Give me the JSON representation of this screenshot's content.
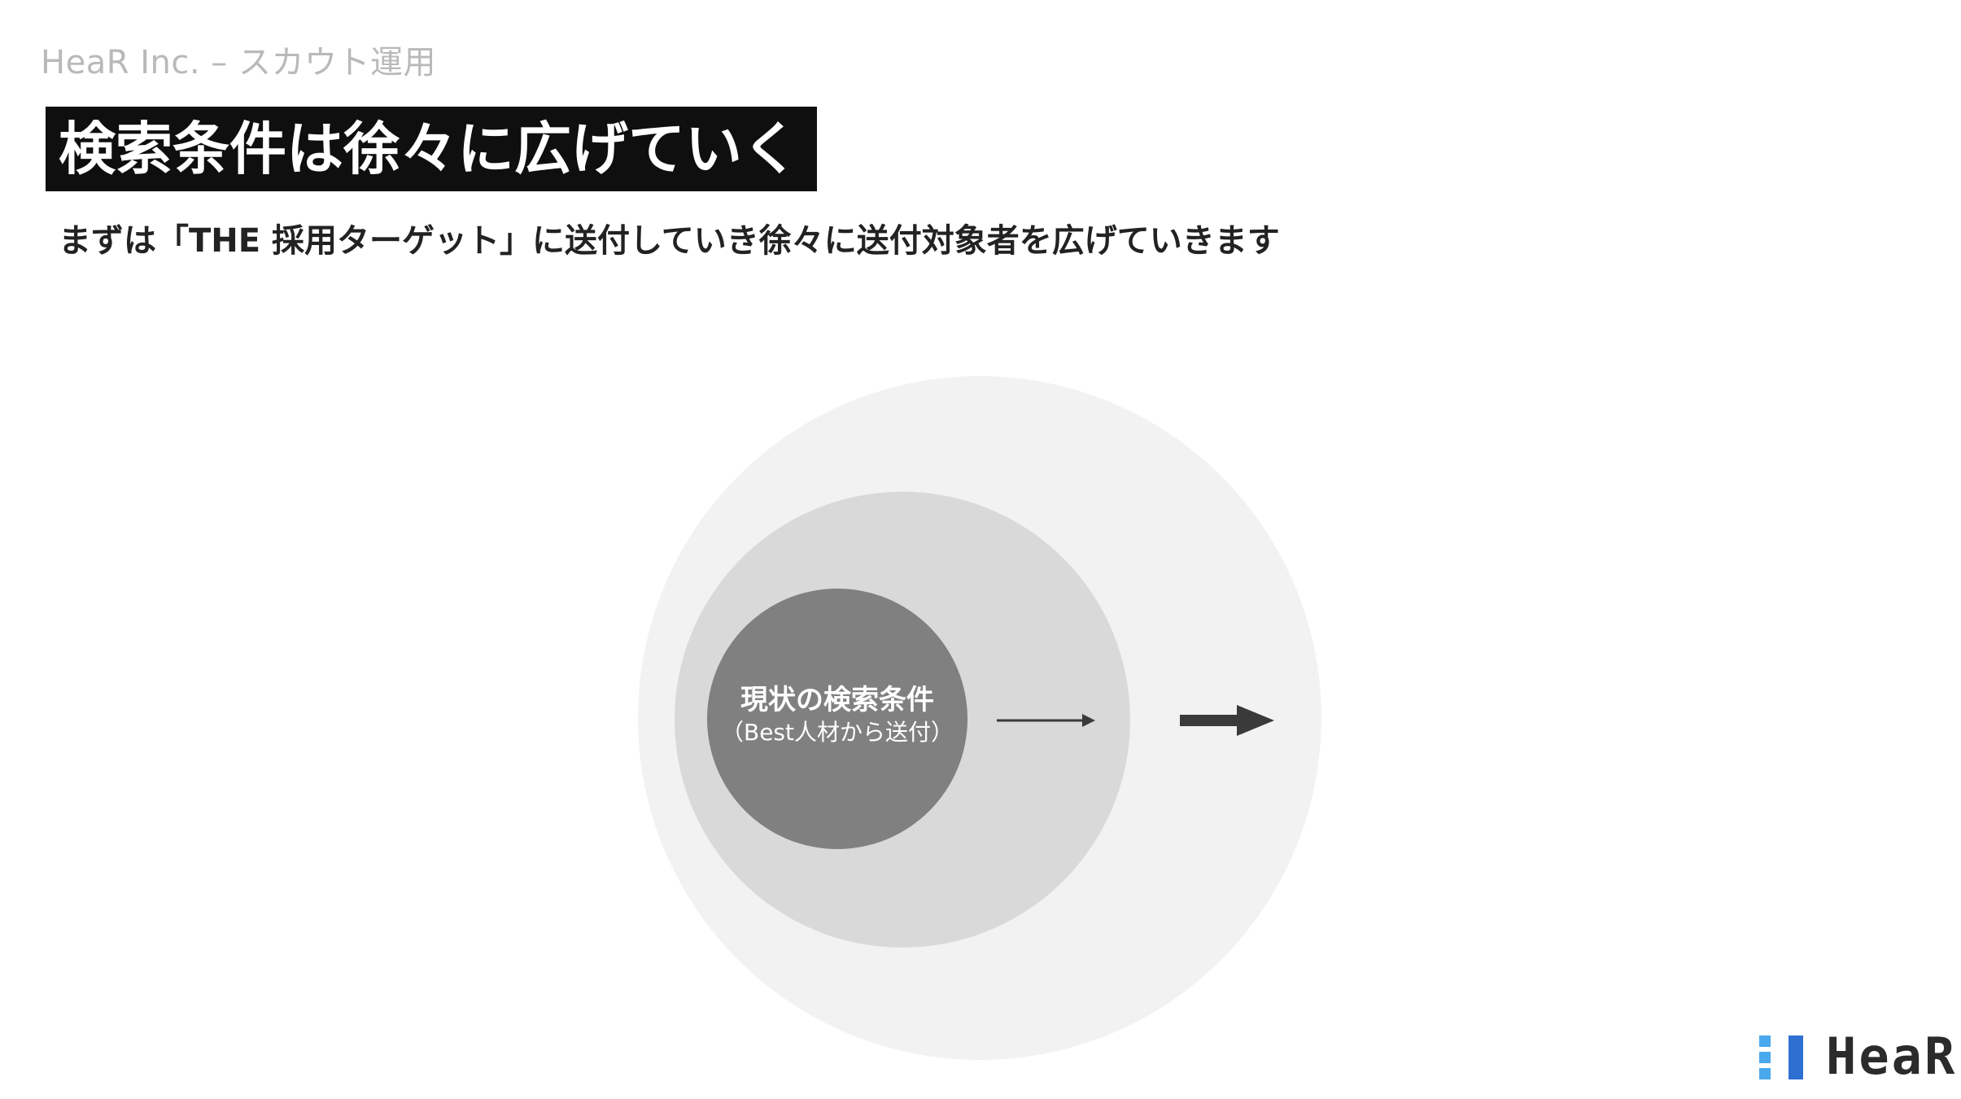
{
  "header": {
    "company": "HeaR Inc. – スカウト運用"
  },
  "slide": {
    "title": "検索条件は徐々に広げていく",
    "subtitle": "まずは「THE 採用ターゲット」に送付していき徐々に送付対象者を広げていきます"
  },
  "diagram": {
    "inner_label": "現状の検索条件",
    "inner_sublabel": "（Best人材から送付）",
    "colors": {
      "outer": "#f2f2f2",
      "middle": "#d9d9d9",
      "inner": "#808080",
      "arrow": "#3a3a3a"
    }
  },
  "logo": {
    "text": "HeaR",
    "icon": "hear-logo-icon",
    "colors": [
      "#4aa8ec",
      "#2e6fd2"
    ]
  }
}
